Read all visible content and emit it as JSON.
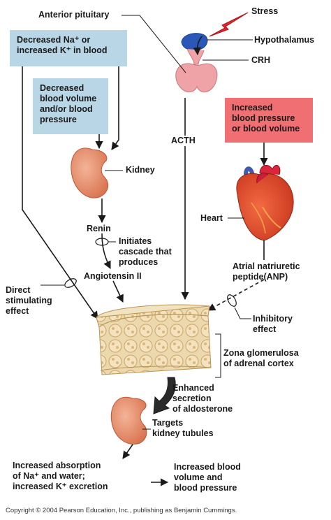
{
  "colors": {
    "blue_box": "#b9d6e6",
    "red_box": "#f06f73",
    "kidney": "#e79474",
    "pituitary": "#f0a3a6",
    "hypothalamus": "#2a57b8",
    "stress_bolt": "#e0262f",
    "adrenal": "#ead3a4",
    "arrow": "#1a1a1a"
  },
  "icons": [
    "stress-bolt-icon",
    "hypothalamus-icon",
    "pituitary-icon",
    "kidney-icon",
    "heart-icon",
    "adrenal-tissue-icon",
    "lower-kidney-icon"
  ],
  "labels": {
    "stress": "Stress",
    "anterior_pituitary": "Anterior pituitary",
    "hypothalamus": "Hypothalamus",
    "crh": "CRH",
    "acth": "ACTH",
    "box_na_k": "Decreased Na⁺ or\nincreased K⁺ in blood",
    "box_blood_volume": "Decreased\nblood volume\nand/or blood\npressure",
    "box_bp_increase": "Increased\nblood pressure\nor blood volume",
    "kidney": "Kidney",
    "renin": "Renin",
    "initiates_cascade": "Initiates\ncascade that\nproduces",
    "angiotensin": "Angiotensin II",
    "heart": "Heart",
    "anp": "Atrial natriuretic\npeptide(ANP)",
    "direct_effect": "Direct\nstimulating\neffect",
    "inhibitory_effect": "Inhibitory\neffect",
    "zona": "Zona glomerulosa\nof adrenal cortex",
    "enhanced": "Enhanced\nsecretion\nof aldosterone",
    "targets": "Targets\nkidney tubules",
    "increased_absorption": "Increased absorption\nof Na⁺ and water;\nincreased K⁺ excretion",
    "increased_bp": "Increased blood\nvolume and\nblood pressure"
  },
  "copyright": "Copyright © 2004 Pearson Education, Inc., publishing as Benjamin Cummings."
}
